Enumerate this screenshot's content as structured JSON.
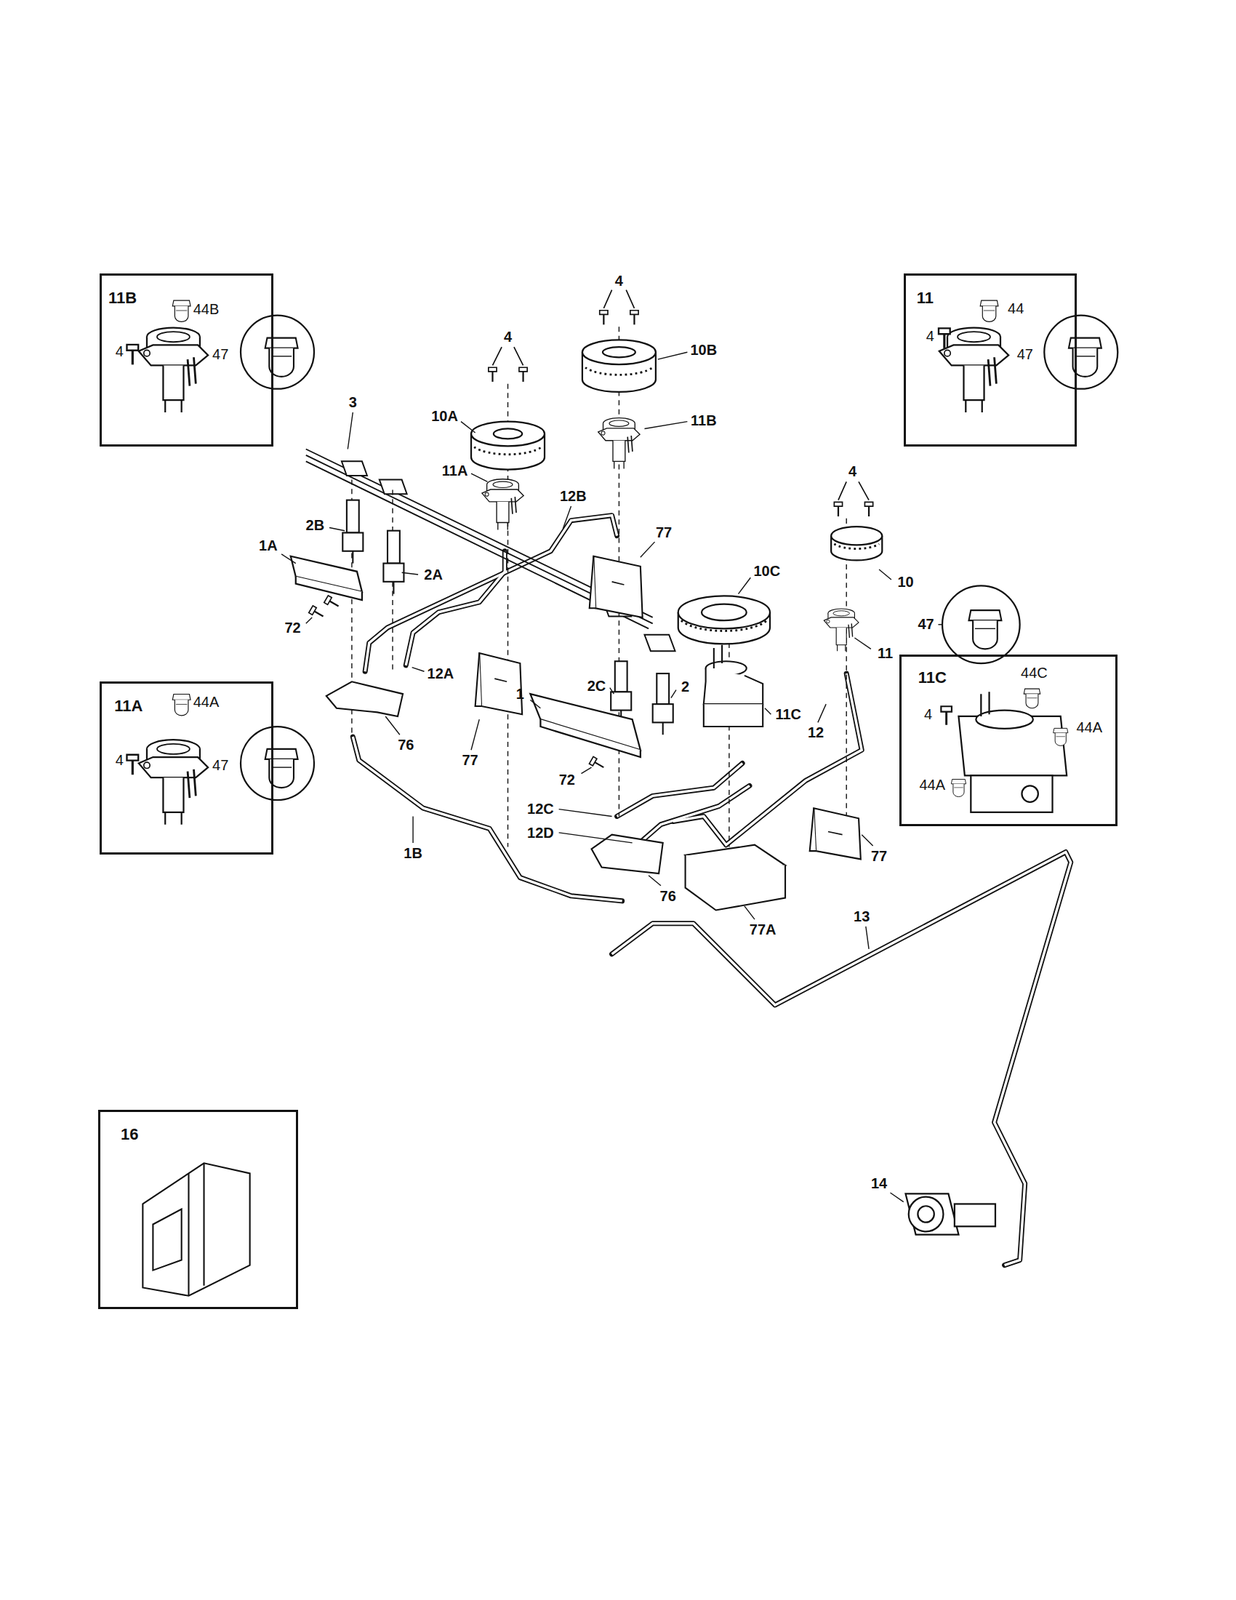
{
  "diagram": {
    "nodes": [
      {
        "text": [
          "11B",
          "44B",
          "4",
          "47"
        ]
      },
      {
        "text": [
          "11",
          "44",
          "4",
          "47"
        ]
      },
      {
        "text": [
          "11C",
          "44C",
          "4",
          "44A",
          "44A"
        ]
      },
      {
        "text": [
          "11A",
          "44A",
          "4",
          "47"
        ]
      },
      {
        "text": [
          "16"
        ]
      }
    ],
    "labels": [
      "4",
      "4",
      "10B",
      "3",
      "10A",
      "11B",
      "11A",
      "12B",
      "2B",
      "1A",
      "4",
      "77",
      "10C",
      "2A",
      "10",
      "47",
      "72",
      "11",
      "12A",
      "1",
      "2C",
      "2",
      "11C",
      "12",
      "76",
      "77",
      "72",
      "12C",
      "12D",
      "1B",
      "77",
      "76",
      "13",
      "77A",
      "14"
    ]
  }
}
